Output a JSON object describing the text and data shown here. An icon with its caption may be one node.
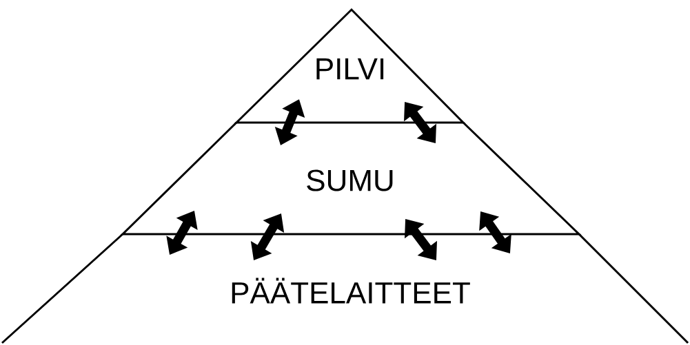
{
  "diagram": {
    "nodes": [
      {
        "text": [
          "PILVI"
        ]
      },
      {
        "text": [
          "SUMU"
        ]
      },
      {
        "text": [
          "PÄÄTELAITTEET"
        ]
      }
    ],
    "edges": [
      {
        "from": 0,
        "to": 1,
        "arrow": "both"
      },
      {
        "from": 0,
        "to": 1,
        "arrow": "both"
      },
      {
        "from": 1,
        "to": 2,
        "arrow": "both"
      },
      {
        "from": 1,
        "to": 2,
        "arrow": "both"
      },
      {
        "from": 1,
        "to": 2,
        "arrow": "both"
      },
      {
        "from": 1,
        "to": 2,
        "arrow": "both"
      }
    ]
  }
}
